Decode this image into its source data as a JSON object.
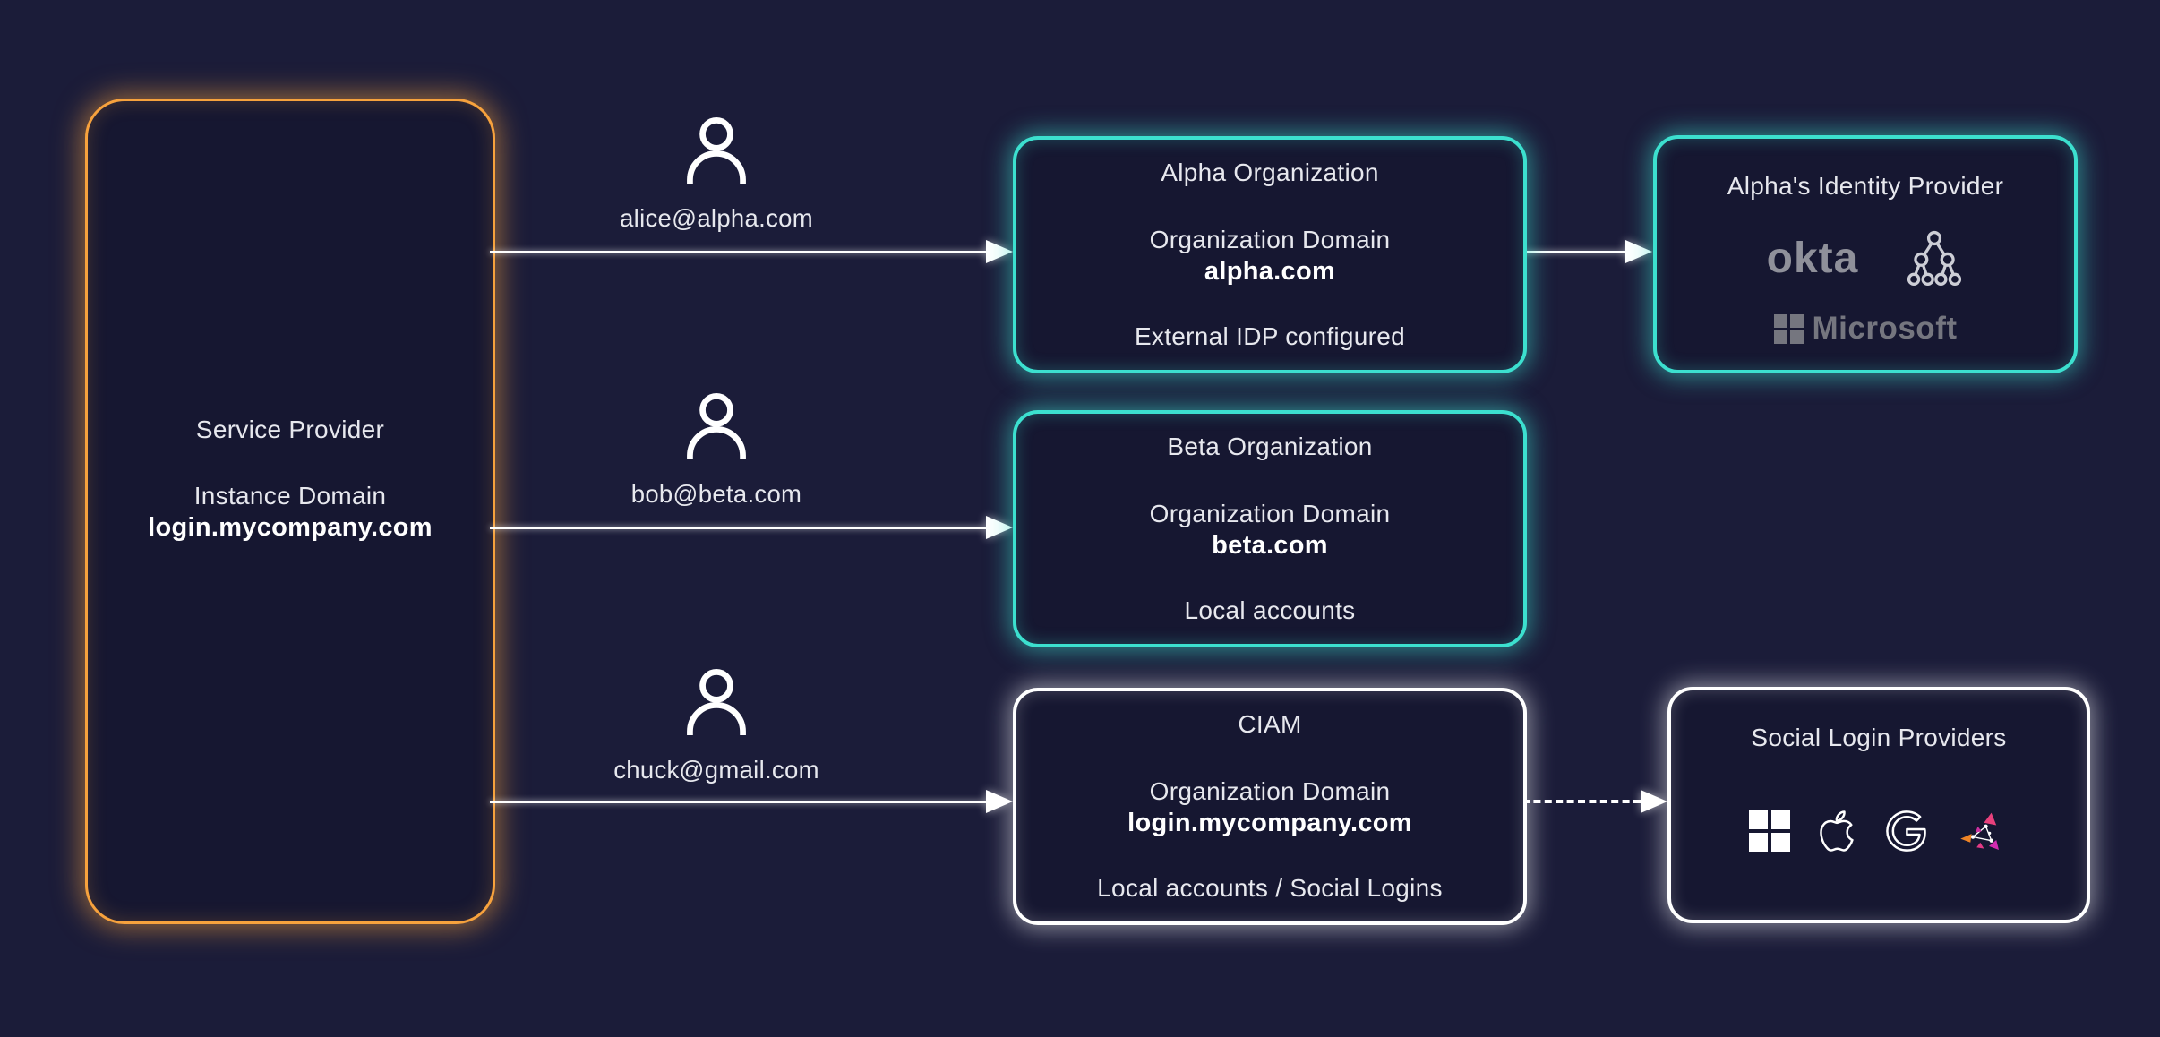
{
  "colors": {
    "background": "#1b1c39",
    "box_fill": "#161731",
    "teal_accent": "#3ce0cf",
    "orange_accent": "#f7a23d",
    "white_accent": "#ffffff",
    "okta_gray": "#8f909a",
    "microsoft_gray": "#75767f"
  },
  "service_provider": {
    "title": "Service Provider",
    "domain_label": "Instance Domain",
    "domain_value": "login.mycompany.com"
  },
  "users": [
    {
      "email": "alice@alpha.com"
    },
    {
      "email": "bob@beta.com"
    },
    {
      "email": "chuck@gmail.com"
    }
  ],
  "organizations": [
    {
      "title": "Alpha Organization",
      "domain_label": "Organization Domain",
      "domain_value": "alpha.com",
      "note": "External IDP configured",
      "accent": "teal"
    },
    {
      "title": "Beta Organization",
      "domain_label": "Organization Domain",
      "domain_value": "beta.com",
      "note": "Local accounts",
      "accent": "teal"
    },
    {
      "title": "CIAM",
      "domain_label": "Organization Domain",
      "domain_value": "login.mycompany.com",
      "note": "Local accounts / Social Logins",
      "accent": "white"
    }
  ],
  "identity_provider": {
    "title": "Alpha's Identity Provider",
    "okta_label": "okta",
    "microsoft_label": "Microsoft",
    "logos": [
      "okta",
      "directory-tree",
      "microsoft"
    ]
  },
  "social_providers": {
    "title": "Social  Login Providers",
    "logos": [
      "microsoft",
      "apple",
      "google",
      "triangle-network"
    ]
  }
}
